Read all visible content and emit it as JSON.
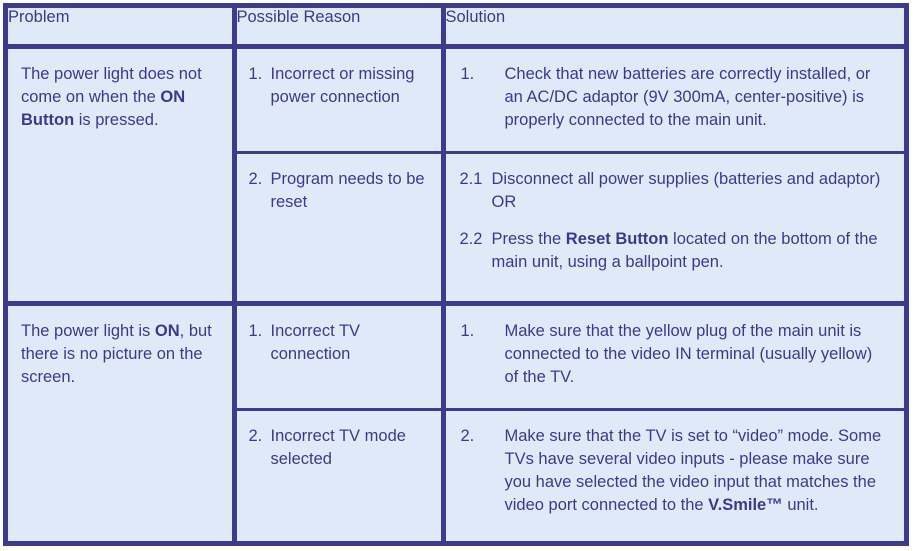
{
  "table": {
    "headers": {
      "problem": "Problem",
      "reason": "Possible Reason",
      "solution": "Solution"
    },
    "blocks": [
      {
        "problem_parts": {
          "lead": "The power light does not come on when the ",
          "bold": "ON Button",
          "tail": " is pressed."
        },
        "rows": [
          {
            "reason_num": "1.",
            "reason_text": "Incorrect or missing power connection",
            "solution_items": [
              {
                "num": "1.",
                "lead": "Check that new batteries are correctly installed, or an AC/DC adaptor (9V 300mA, center-positive) is properly connected to the main unit.",
                "bold": "",
                "tail": ""
              }
            ]
          },
          {
            "reason_num": "2.",
            "reason_text": "Program needs to be reset",
            "solution_items": [
              {
                "num": "2.1",
                "lead": "Disconnect all power supplies (batteries and adaptor) OR",
                "bold": "",
                "tail": ""
              },
              {
                "num": "2.2",
                "lead": "Press the ",
                "bold": "Reset Button",
                "tail": " located on the bottom of the main unit, using a ballpoint pen."
              }
            ]
          }
        ]
      },
      {
        "problem_parts": {
          "lead": "The power light is ",
          "bold": "ON",
          "tail": ", but there is no picture on the screen."
        },
        "rows": [
          {
            "reason_num": "1.",
            "reason_text": "Incorrect TV connection",
            "solution_items": [
              {
                "num": "1.",
                "lead": "Make sure that the yellow plug of the main unit is connected to the video IN terminal (usually yellow) of the TV.",
                "bold": "",
                "tail": ""
              }
            ]
          },
          {
            "reason_num": "2.",
            "reason_text": "Incorrect TV mode selected",
            "solution_items": [
              {
                "num": "2.",
                "lead": "Make sure that the TV is set to “video” mode. Some TVs have several video inputs - please make sure you have selected the video input that matches the video port connected to the ",
                "bold": "V.Smile™",
                "tail": " unit."
              }
            ]
          }
        ]
      }
    ]
  },
  "colors": {
    "border": "#3f3a8c",
    "text": "#3a3a8c",
    "cell_bg": "#dfeaf8",
    "header_bg": "#e6eefa",
    "page_bg": "#ffffff"
  }
}
